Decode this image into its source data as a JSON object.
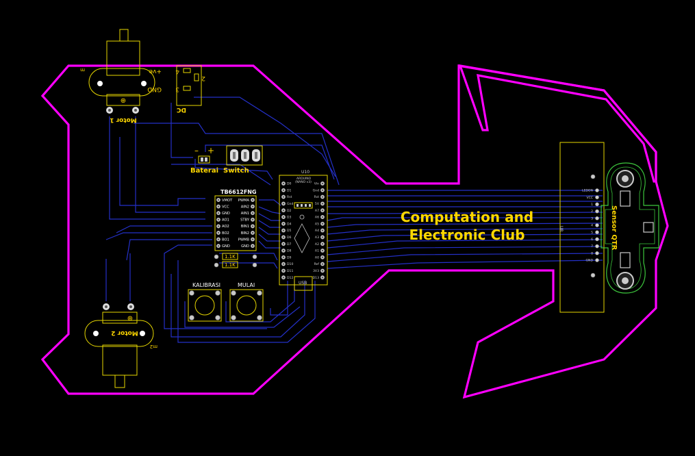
{
  "labels": {
    "motor1": "Motor 1",
    "motor2": "Motor 2",
    "motor1_ref": "m",
    "motor2_ref": "m2",
    "dc": "DC",
    "dc_ve": "+ve",
    "dc_gnd": "GND",
    "dc_pin4": "4",
    "dc_pin2": "2",
    "dc_pin3": "3",
    "baterai_minus": "–",
    "baterai_plus": "+",
    "baterai": "Baterai",
    "switch": "Switch",
    "driver": "TB6612FNG",
    "resistor1": "1.1K",
    "resistor2": "1.1K",
    "kalibrasi": "KALIBRASI",
    "mulai": "MULAI",
    "arduino_ref": "U10",
    "arduino_name": "ARDUINO",
    "arduino_sub": "(NANO v3)",
    "usb": "USB",
    "title_line1": "Computation and",
    "title_line2": "Electronic Club",
    "sensor": "Sensor QTR",
    "sensor_ref": "U8"
  },
  "driver_pins_left": [
    "VMOT",
    "VCC",
    "GND",
    "AO1",
    "AO2",
    "BO2",
    "BO1",
    "GND"
  ],
  "driver_pins_right": [
    "PWMA",
    "AIN2",
    "AIN1",
    "STBY",
    "BIN1",
    "BIN2",
    "PWMB",
    "GND"
  ],
  "arduino_pins_left": [
    "D0",
    "D1",
    "Rst",
    "Gnd",
    "D2",
    "D3",
    "D4",
    "D5",
    "D6",
    "D7",
    "D8",
    "D9",
    "D10",
    "D11",
    "D12"
  ],
  "arduino_pins_right": [
    "Vin",
    "Gnd",
    "Rst",
    "5V",
    "A7",
    "A6",
    "A5",
    "A4",
    "A3",
    "A2",
    "A1",
    "A0",
    "Ref",
    "3V3",
    "D13"
  ],
  "sensor_pins": [
    "GND",
    "8",
    "7",
    "6",
    "5",
    "4",
    "3",
    "2",
    "1",
    "VCC",
    "LEDON"
  ],
  "colors": {
    "background": "#000000",
    "outline": "#ff00ff",
    "silkscreen": "#ffd800",
    "trace": "#2430c8",
    "pad": "#c9c9c9"
  }
}
